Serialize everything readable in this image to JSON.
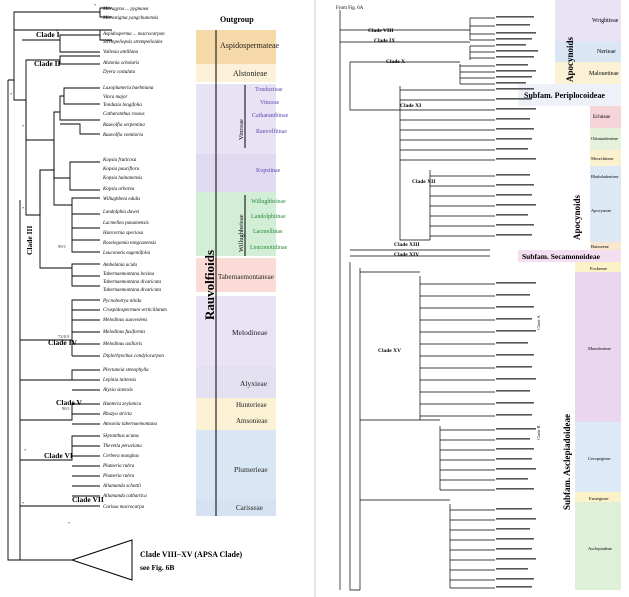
{
  "left": {
    "outgroup": "Outgroup",
    "clades": [
      "Clade I",
      "Clade II",
      "Clade III",
      "Clade IV",
      "Clade V",
      "Clade VI",
      "Clade VII"
    ],
    "tribes": [
      {
        "label": "Aspidospermateae",
        "color": "#f5d9a8"
      },
      {
        "label": "Alstonieae",
        "color": "#fbf0d8"
      },
      {
        "label": "Tonduzieae",
        "color": "#ece6f7"
      },
      {
        "label": "Vinceae",
        "color": "#e8e2f5"
      },
      {
        "label": "Catharanthinae",
        "color": "#e6e0f4"
      },
      {
        "label": "Rauvolfiinae",
        "color": "#e3ddf3"
      },
      {
        "label": "Kopsiinae",
        "color": "#e0daf2"
      },
      {
        "label": "Willughbeieae",
        "color": "#d7f0da"
      },
      {
        "label": "Landolphiinae",
        "color": "#d2eed6"
      },
      {
        "label": "Lacmellinae",
        "color": "#cdebd1"
      },
      {
        "label": "Leuconotidinae",
        "color": "#c8e8cc"
      },
      {
        "label": "Tabernaemontaneae",
        "color": "#fbdbd5"
      },
      {
        "label": "Melodineae",
        "color": "#eae2f5"
      },
      {
        "label": "Alyxieae",
        "color": "#e3e0f0"
      },
      {
        "label": "Hunterieae",
        "color": "#fbf1d4"
      },
      {
        "label": "Amsonieae",
        "color": "#fbf1d4"
      },
      {
        "label": "Plumerieae",
        "color": "#d9e6f4"
      },
      {
        "label": "Carisseae",
        "color": "#d6e2f2"
      }
    ],
    "big_label": "Rauvolfioids",
    "vert_labels": [
      "Vinceae",
      "Willughbeieae"
    ],
    "tips": [
      "Mitragyna ... pygmaea",
      "Mitrostigma yangchunensis",
      "Aspidosperma ... macrocarpon",
      "Strempeliopsis strempelioides",
      "Vallesia antillana",
      "Alstonia scholaris",
      "Dyera costulata",
      "Laxoplumeria baehniana",
      "Vinca major",
      "Tonduzia longifolia",
      "Catharanthus roseus",
      "Rauvolfia serpentina",
      "Rauvolfia vomitoria",
      "Kopsia fruticosa",
      "Kopsia pauciflora",
      "Kopsia hainanensis",
      "Kopsia arborea",
      "Willughbeia edulis",
      "Landolphia dawei",
      "Lacmellea panamensis",
      "Hancornia speciosa",
      "Roseiegomia tongcaoensis",
      "Leuconotis eugeniifolia",
      "Ambelania acida",
      "Tabernaemontana bovina",
      "Tabernaemontana divaricata",
      "Tabernaemontana divaricata",
      "Pycnobotrya nitida",
      "Craspidospermum verticillatum",
      "Melodinus suaveolens",
      "Melodinus fusiformis",
      "Melodinus axillaris",
      "Diplorhynchus condylocarpon",
      "Plectaneia stenophylla",
      "Lepinia taitensis",
      "Alyxia sinensis",
      "Hunteria zeylanica",
      "Rhazya stricta",
      "Amsonia tabernaemontana",
      "Skytanthus acutus",
      "Thevetia peruviana",
      "Cerbera manghas",
      "Plumeria rubra",
      "Plumeria rubra",
      "Allamanda schottii",
      "Allamanda cathartica",
      "Carissa macrocarpa"
    ],
    "supports": [
      "*",
      "*",
      "99/1",
      "*",
      "72/0.9",
      "*",
      "*",
      "90/1",
      "*",
      "*",
      "*"
    ],
    "collapsed_label": "Clade VIII–XV (APSA Clade)",
    "collapsed_sub": "see Fig. 6B"
  },
  "right": {
    "from_label": "From Fig. 6A",
    "clades": [
      "Clade VIII",
      "Clade IX",
      "Clade X",
      "Clade XI",
      "Clade XII",
      "Clade XIII",
      "Clade XIV",
      "Clade XV"
    ],
    "groups": [
      {
        "label": "Wrightieae",
        "color": "#e9e3f5"
      },
      {
        "label": "Nerieae",
        "color": "#dbe6f5"
      },
      {
        "label": "Malouetieae",
        "color": "#fbf2d5"
      },
      {
        "label": "Subfam. Periplocoideae",
        "color": "#eef1f8"
      },
      {
        "label": "Echiteae",
        "color": "#f4d4d8"
      },
      {
        "label": "Odontadenieae",
        "color": "#e6f1dc"
      },
      {
        "label": "Mesechiteae",
        "color": "#fbf1cf"
      },
      {
        "label": "Rhabdadenieae",
        "color": "#dce9f5"
      },
      {
        "label": "Apocyneae",
        "color": "#dce9f5"
      },
      {
        "label": "Baisseeae",
        "color": "#fbe6d0"
      },
      {
        "label": "Subfam. Secamonoideae",
        "color": "#f4dff2"
      },
      {
        "label": "Fockeeae",
        "color": "#fbf2c8"
      },
      {
        "label": "Marsdenieae",
        "color": "#ead7ef"
      },
      {
        "label": "Ceropegieae",
        "color": "#dce9f6"
      },
      {
        "label": "Eustegieae",
        "color": "#fbf2c8"
      },
      {
        "label": "Asclepiadeae",
        "color": "#dff0d8"
      }
    ],
    "apocynoids": "Apocynoids",
    "side_big": "Subfam. Asclepiadoideae",
    "side_small": [
      "Clade A",
      "Clade B"
    ]
  }
}
